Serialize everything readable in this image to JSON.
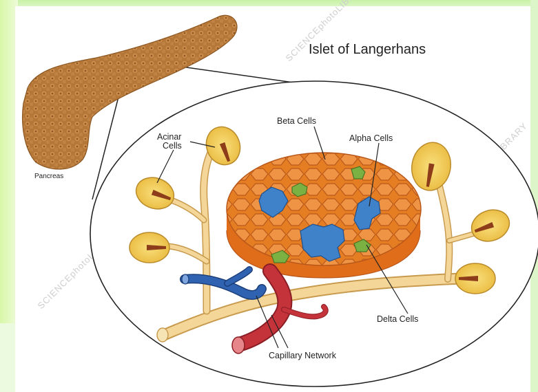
{
  "title": "Islet of Langerhans",
  "labels": {
    "pancreas": "Pancreas",
    "acinar_line1": "Acinar",
    "acinar_line2": "Cells",
    "beta": "Beta Cells",
    "alpha": "Alpha Cells",
    "delta": "Delta Cells",
    "capillary": "Capillary Network"
  },
  "watermark": "SCIENCEphotoLIBRARY",
  "colors": {
    "frame_green": "#c6f1a2",
    "pancreas": "#b8793a",
    "beta": "#e8791f",
    "alpha": "#3f82c9",
    "delta": "#7bb043",
    "acinar": "#f4cf58",
    "duct": "#f2cf86",
    "artery": "#c4323a",
    "vein": "#2f63b1"
  }
}
